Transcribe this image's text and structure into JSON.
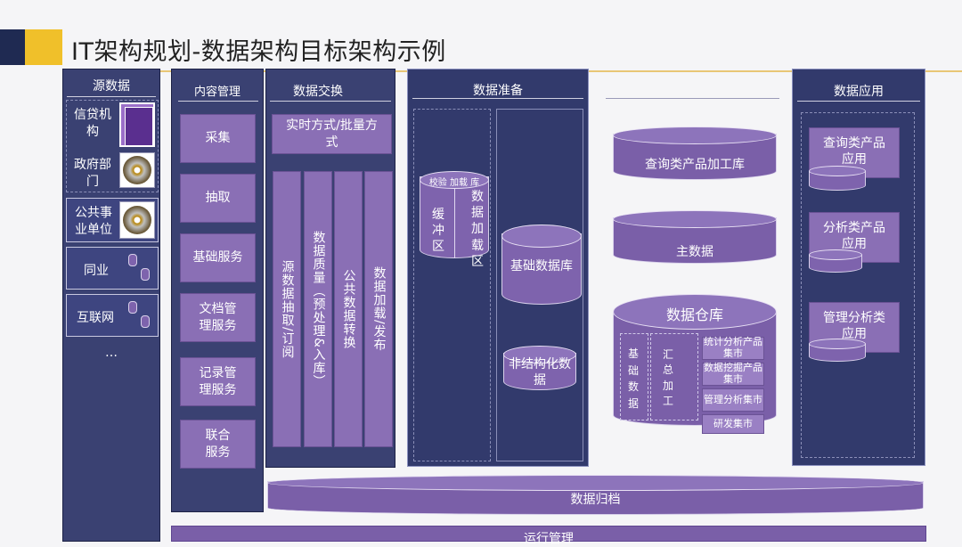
{
  "title": "IT架构规划-数据架构目标架构示例",
  "source": {
    "header": "源数据",
    "items": [
      "信贷机构",
      "政府部门",
      "公共事业单位",
      "同业",
      "互联网"
    ],
    "more": "…"
  },
  "content_mgmt": {
    "header": "内容管理",
    "items": [
      "采集",
      "抽取",
      "基础服务",
      "文档管理服务",
      "记录管理服务",
      "联合服务"
    ]
  },
  "exchange": {
    "header": "数据交换",
    "top": "实时方式/批量方式",
    "columns": [
      "源数据抽取/订阅",
      "数据质量（预处理&入库）",
      "公共数据转换",
      "数据加载/发布"
    ]
  },
  "prep": {
    "header": "数据准备",
    "buffer_top": "校验 加载 库",
    "buffer": "缓冲区",
    "loading": "数据加载区",
    "base_db": "基础数据库",
    "unstructured": "非结构化数据"
  },
  "warehouse": {
    "header": "",
    "query_lib": "查询类产品加工库",
    "master": "主数据",
    "dw": "数据仓库",
    "base": "基础数据",
    "summary": "汇总加工",
    "marts": [
      "统计分析产品集市",
      "数据挖掘产品集市",
      "管理分析集市",
      "研发集市"
    ]
  },
  "apps": {
    "header": "数据应用",
    "items": [
      "查询类产品应用",
      "分析类产品应用",
      "管理分析类应用"
    ]
  },
  "archive": "数据归档",
  "ops": "运行管理"
}
